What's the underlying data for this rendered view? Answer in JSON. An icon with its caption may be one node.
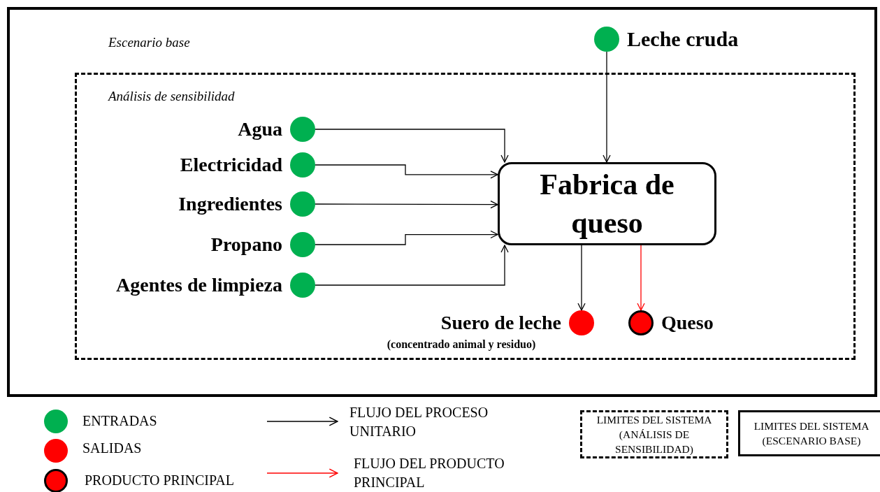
{
  "diagram": {
    "nodes": [
      {
        "text": [
          "Escenario base"
        ]
      },
      {
        "text": [
          "Análisis de sensibilidad"
        ],
        "in": 0
      },
      {
        "text": [
          "Leche cruda"
        ],
        "in": 0
      },
      {
        "text": [
          "Agua"
        ],
        "in": 1
      },
      {
        "text": [
          "Electricidad"
        ],
        "in": 1
      },
      {
        "text": [
          "Ingredientes"
        ],
        "in": 1
      },
      {
        "text": [
          "Propano"
        ],
        "in": 1
      },
      {
        "text": [
          "Agentes de limpieza"
        ],
        "in": 1
      },
      {
        "text": [
          "Fabrica de queso"
        ],
        "in": 1
      },
      {
        "text": [
          "Suero de leche",
          "(concentrado animal y residuo)"
        ],
        "in": 1
      },
      {
        "text": [
          "Queso"
        ],
        "in": 1
      }
    ],
    "edges": [
      {
        "from": 2,
        "to": 8,
        "arrow": "to"
      },
      {
        "from": 3,
        "to": 8,
        "arrow": "to"
      },
      {
        "from": 4,
        "to": 8,
        "arrow": "to"
      },
      {
        "from": 5,
        "to": 8,
        "arrow": "to"
      },
      {
        "from": 6,
        "to": 8,
        "arrow": "to"
      },
      {
        "from": 7,
        "to": 8,
        "arrow": "to"
      },
      {
        "from": 8,
        "to": 9,
        "arrow": "to"
      },
      {
        "from": 8,
        "to": 10,
        "arrow": "to",
        "color": "#ff0000"
      }
    ],
    "legend": [
      {
        "text": "ENTRADAS",
        "color": "#00b050"
      },
      {
        "text": "SALIDAS",
        "color": "#ff0000"
      },
      {
        "text": "PRODUCTO PRINCIPAL"
      },
      {
        "text": "FLUJO DEL PROCESO UNITARIO"
      },
      {
        "text": "FLUJO DEL PRODUCTO PRINCIPAL"
      },
      {
        "text": "LIMITES DEL SISTEMA (ANÁLISIS DE SENSIBILIDAD)"
      },
      {
        "text": "LIMITES DEL SISTEMA (ESCENARIO BASE)"
      }
    ]
  }
}
